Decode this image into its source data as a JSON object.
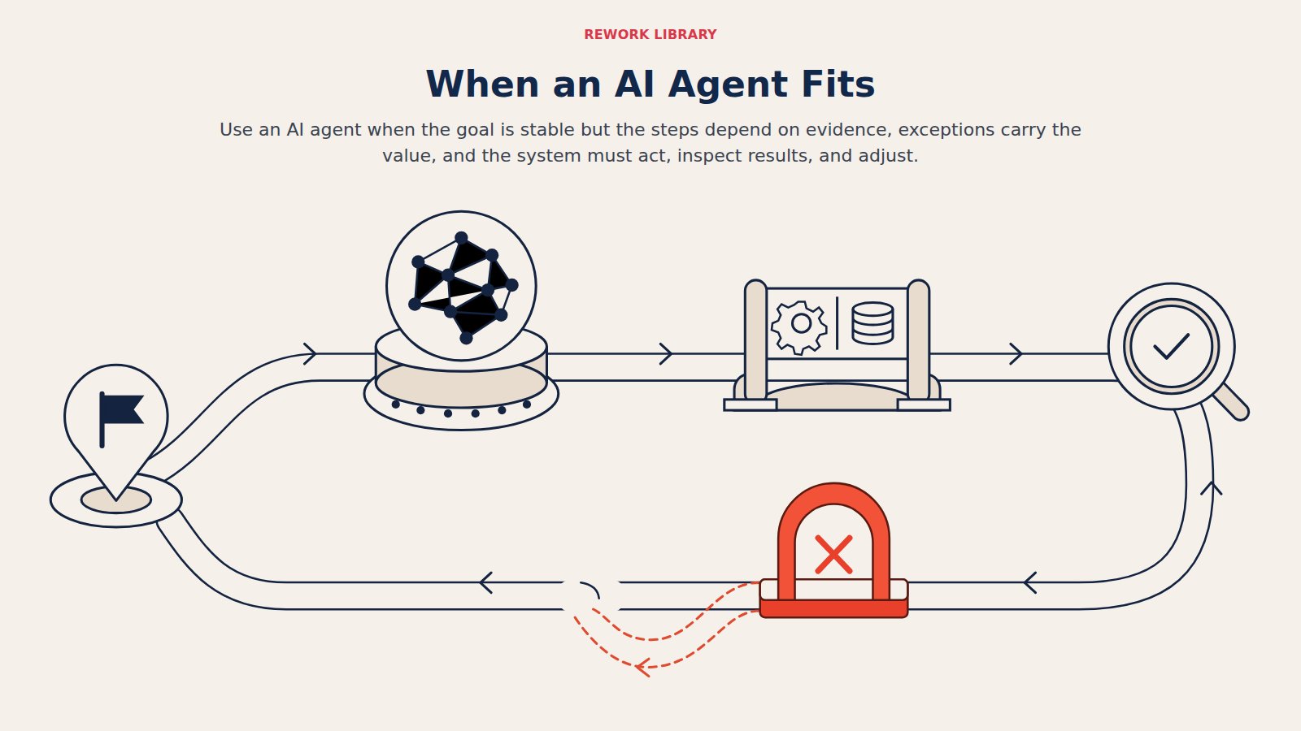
{
  "diagram": {
    "title": "When an AI Agent Fits",
    "caption": "Use an AI agent when the goal is stable but the steps depend on evidence, exceptions carry the value, and the system must act, inspect results, and adjust.",
    "labels": [
      "REWORK LIBRARY"
    ]
  }
}
